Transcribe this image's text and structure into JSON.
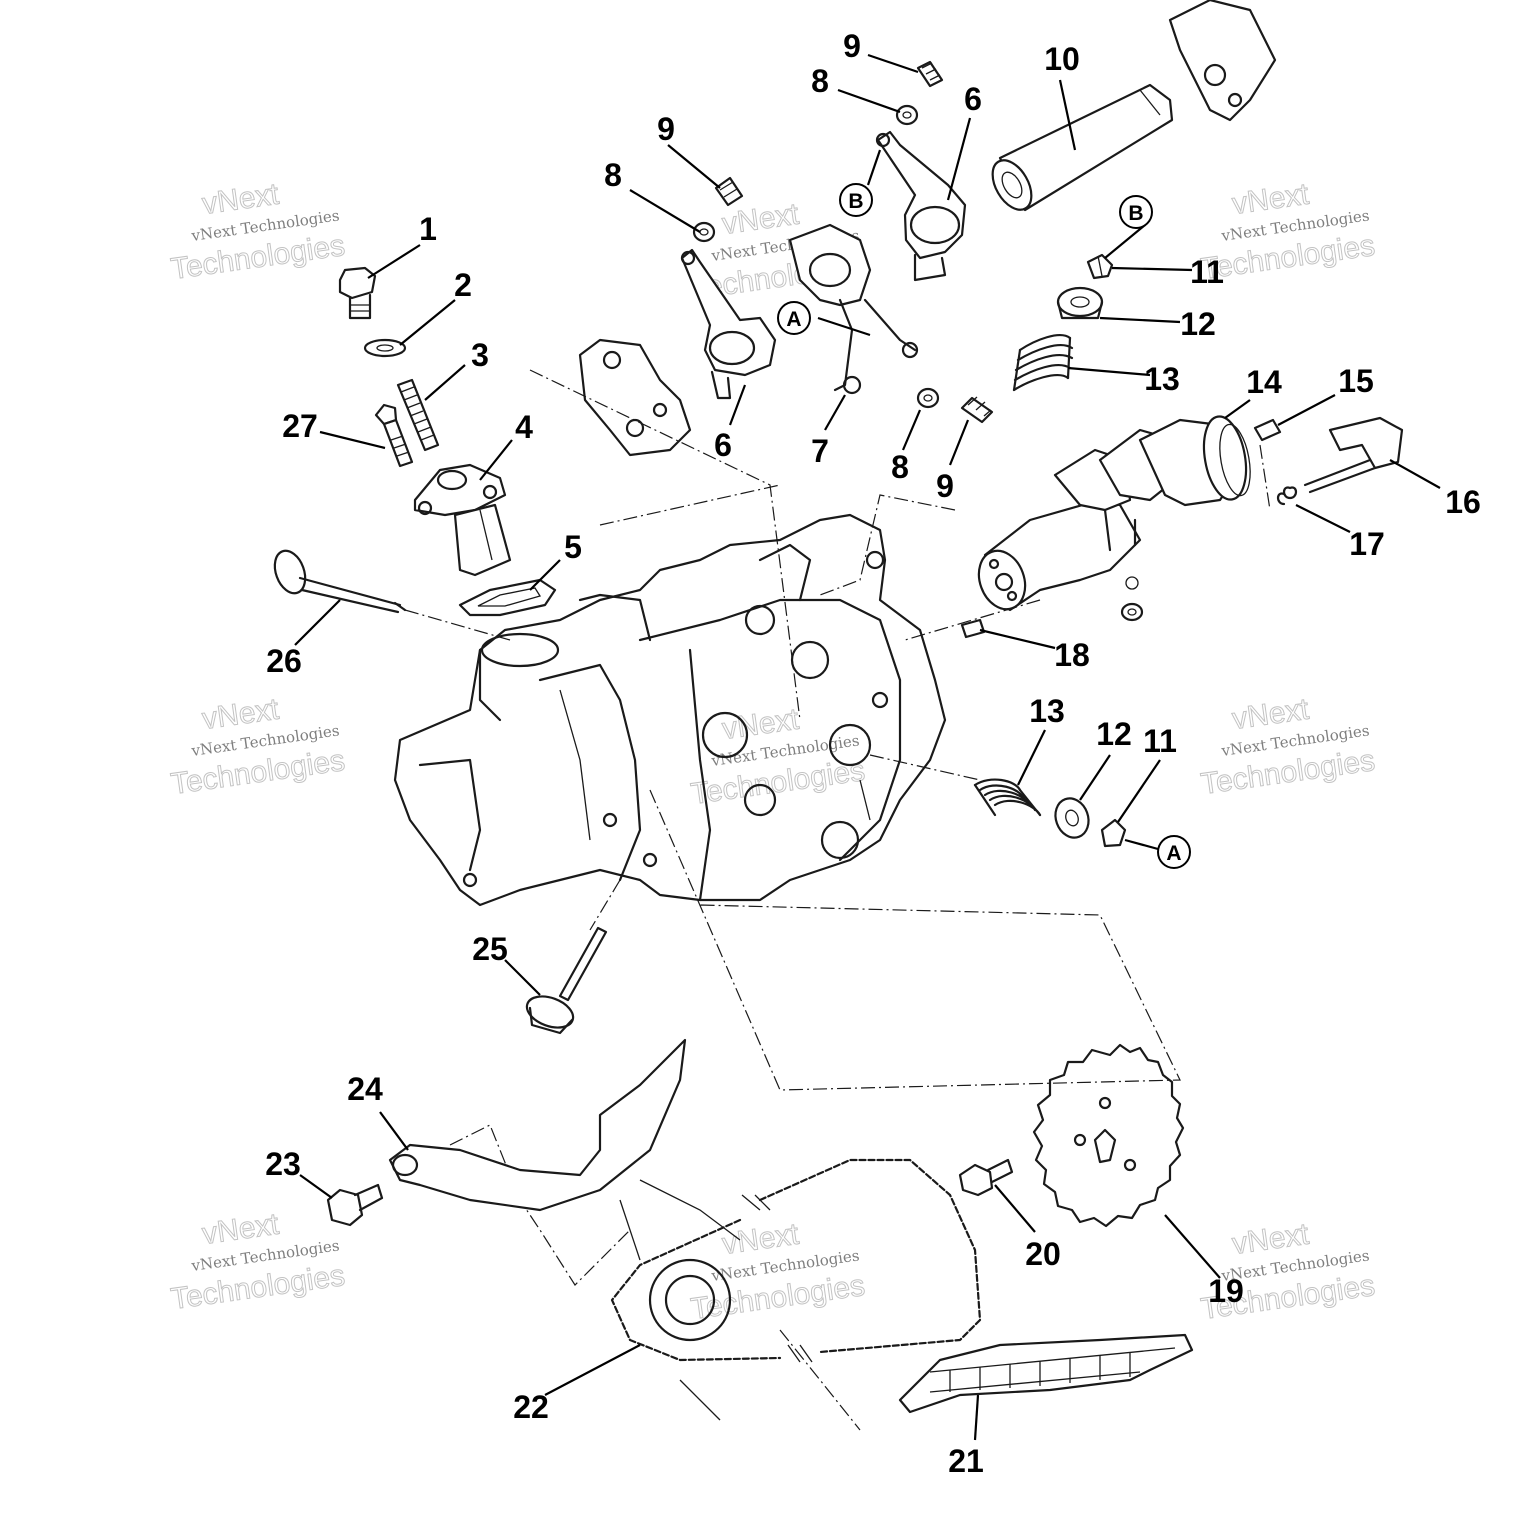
{
  "diagram": {
    "type": "exploded-parts-diagram",
    "callouts": [
      {
        "id": "c1",
        "label": "1"
      },
      {
        "id": "c2",
        "label": "2"
      },
      {
        "id": "c3",
        "label": "3"
      },
      {
        "id": "c4",
        "label": "4"
      },
      {
        "id": "c5",
        "label": "5"
      },
      {
        "id": "c6a",
        "label": "6"
      },
      {
        "id": "c6b",
        "label": "6"
      },
      {
        "id": "c7",
        "label": "7"
      },
      {
        "id": "c8a",
        "label": "8"
      },
      {
        "id": "c8b",
        "label": "8"
      },
      {
        "id": "c8c",
        "label": "8"
      },
      {
        "id": "c9a",
        "label": "9"
      },
      {
        "id": "c9b",
        "label": "9"
      },
      {
        "id": "c9c",
        "label": "9"
      },
      {
        "id": "c10",
        "label": "10"
      },
      {
        "id": "c11a",
        "label": "11"
      },
      {
        "id": "c11b",
        "label": "11"
      },
      {
        "id": "c12a",
        "label": "12"
      },
      {
        "id": "c12b",
        "label": "12"
      },
      {
        "id": "c13a",
        "label": "13"
      },
      {
        "id": "c13b",
        "label": "13"
      },
      {
        "id": "c14",
        "label": "14"
      },
      {
        "id": "c15",
        "label": "15"
      },
      {
        "id": "c16",
        "label": "16"
      },
      {
        "id": "c17",
        "label": "17"
      },
      {
        "id": "c18",
        "label": "18"
      },
      {
        "id": "c19",
        "label": "19"
      },
      {
        "id": "c20",
        "label": "20"
      },
      {
        "id": "c21",
        "label": "21"
      },
      {
        "id": "c22",
        "label": "22"
      },
      {
        "id": "c23",
        "label": "23"
      },
      {
        "id": "c24",
        "label": "24"
      },
      {
        "id": "c25",
        "label": "25"
      },
      {
        "id": "c26",
        "label": "26"
      },
      {
        "id": "c27",
        "label": "27"
      }
    ],
    "reference_markers": [
      {
        "id": "rA1",
        "label": "A"
      },
      {
        "id": "rA2",
        "label": "A"
      },
      {
        "id": "rB1",
        "label": "B"
      },
      {
        "id": "rB2",
        "label": "B"
      }
    ],
    "watermark": {
      "line1": "vNext",
      "line2": "vNext Technologies",
      "line3": "Technologies"
    }
  }
}
